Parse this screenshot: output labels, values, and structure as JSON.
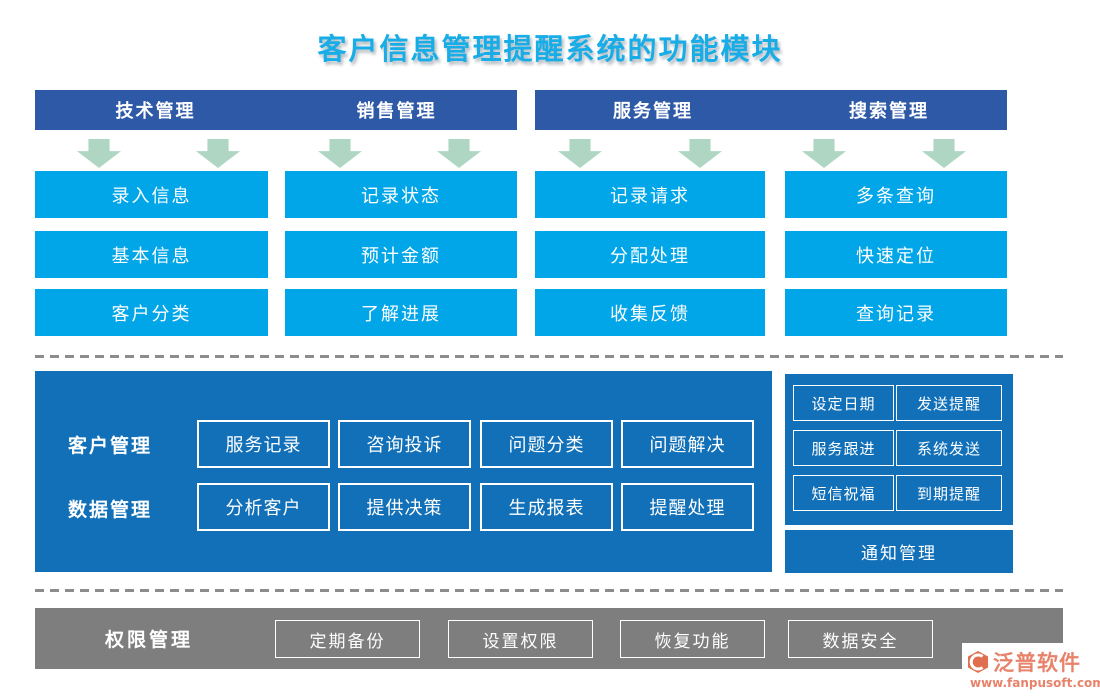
{
  "title": "客户信息管理提醒系统的功能模块",
  "columns": [
    {
      "header": "技术管理",
      "items": [
        "录入信息",
        "基本信息",
        "客户分类"
      ]
    },
    {
      "header": "销售管理",
      "items": [
        "记录状态",
        "预计金额",
        "了解进展"
      ]
    },
    {
      "header": "服务管理",
      "items": [
        "记录请求",
        "分配处理",
        "收集反馈"
      ]
    },
    {
      "header": "搜索管理",
      "items": [
        "多条查询",
        "快速定位",
        "查询记录"
      ]
    }
  ],
  "middle_panel": {
    "rows": [
      {
        "label": "客户管理",
        "items": [
          "服务记录",
          "咨询投诉",
          "问题分类",
          "问题解决"
        ]
      },
      {
        "label": "数据管理",
        "items": [
          "分析客户",
          "提供决策",
          "生成报表",
          "提醒处理"
        ]
      }
    ]
  },
  "reminder_panel": {
    "cells": [
      "设定日期",
      "发送提醒",
      "服务跟进",
      "系统发送",
      "短信祝福",
      "到期提醒"
    ]
  },
  "notice_box": {
    "label": "通知管理"
  },
  "bottom_bar": {
    "label": "权限管理",
    "items": [
      "定期备份",
      "设置权限",
      "恢复功能",
      "数据安全"
    ]
  },
  "logo": {
    "name": "泛普软件",
    "url": "www.fanpusoft.com"
  },
  "colors": {
    "title": "#18ADE6",
    "header_bar": "#2E59A7",
    "tile": "#00A6E8",
    "panel": "#1170B8",
    "arrow": "#AFD6C3",
    "bottom_bar": "#7E7E7E",
    "logo": "#E8836B"
  }
}
